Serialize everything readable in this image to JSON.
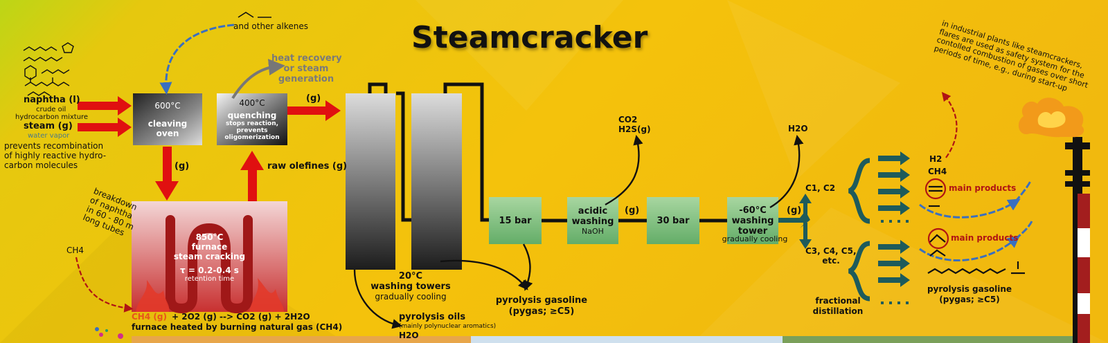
{
  "title": "Steamcracker",
  "feed": {
    "naphtha": "naphtha (l)",
    "crude_oil": "crude oil",
    "hydrocarbon_mixture": "hydrocarbon mixture",
    "steam": "steam (g)",
    "water_vapor": "water vapor",
    "note_1": "prevents recombination",
    "note_2": "of highly reactive hydro-",
    "note_3": "carbon molecules"
  },
  "alkenes_label": "and other alkenes",
  "heat_recovery": {
    "l1": "heat recovery",
    "l2": "or steam",
    "l3": "generation"
  },
  "cleaving_oven": {
    "temp": "600°C",
    "l1": "cleaving",
    "l2": "oven"
  },
  "quenching": {
    "temp": "400°C",
    "l1": "quenching",
    "l2": "stops reaction,",
    "l3": "prevents",
    "l4": "oligomerization"
  },
  "gas_labels": {
    "g_top": "(g)",
    "g_oven": "(g)",
    "g_washing": "(g)",
    "g_tower": "(g)"
  },
  "raw_olefines": "raw olefines (g)",
  "breakdown": {
    "l1": "breakdown",
    "l2": "of naphtha",
    "l3": "in 60 - 80 m",
    "l4": "long tubes"
  },
  "furnace": {
    "temp": "850°C",
    "l1": "furnace",
    "l2": "steam cracking",
    "tau": "τ = 0.2-0.4 s",
    "retention": "retention time"
  },
  "ch4_label": "CH4",
  "combustion": {
    "reactant": "CH4 (g)",
    "rest": "+ 2O2 (g) --> CO2 (g) + 2H2O",
    "note": "furnace heated by burning natural gas (CH4)"
  },
  "washing_towers": {
    "temp": "20°C",
    "l1": "washing towers",
    "l2": "gradually cooling"
  },
  "pyrolysis_oils": {
    "l1": "pyrolysis oils",
    "l2": "(mainly polynuclear aromatics)",
    "l3": "H2O"
  },
  "pyrolysis_gasoline_mid": {
    "l1": "pyrolysis gasoline",
    "l2": "(pygas; ≥C5)"
  },
  "compressor1": "15 bar",
  "acidic_washing": {
    "l1": "acidic",
    "l2": "washing",
    "l3": "NaOH"
  },
  "co2_h2s": {
    "l1": "CO2",
    "l2": "H2S(g)"
  },
  "compressor2": "30 bar",
  "cold_tower": {
    "temp": "-60°C",
    "l1": "washing",
    "l2": "tower",
    "l3": "gradually cooling"
  },
  "h2o_top": "H2O",
  "c1c2": "C1, C2",
  "c3c4": {
    "l1": "C3, C4, C5,",
    "l2": "etc."
  },
  "fractional": {
    "l1": "fractional",
    "l2": "distillation"
  },
  "products_top": {
    "h2": "H2",
    "ch4": "CH4",
    "main": "main products"
  },
  "products_bottom": {
    "main": "main products"
  },
  "pyrolysis_gasoline_right": {
    "l1": "pyrolysis gasoline",
    "l2": "(pygas; ≥C5)"
  },
  "flare_note": {
    "l1": "in industrial plants like steamcrackers,",
    "l2": "flares are used as safety system for the",
    "l3": "contolled combustion of gases over short",
    "l4": "periods of time, e.g., during start-up"
  },
  "colors": {
    "background": "#f2c40c",
    "arrow_red": "#e01010",
    "arrow_teal": "#1e5b5b",
    "arrow_blue": "#3a6fc0",
    "box_green": "#7fbf7a"
  }
}
